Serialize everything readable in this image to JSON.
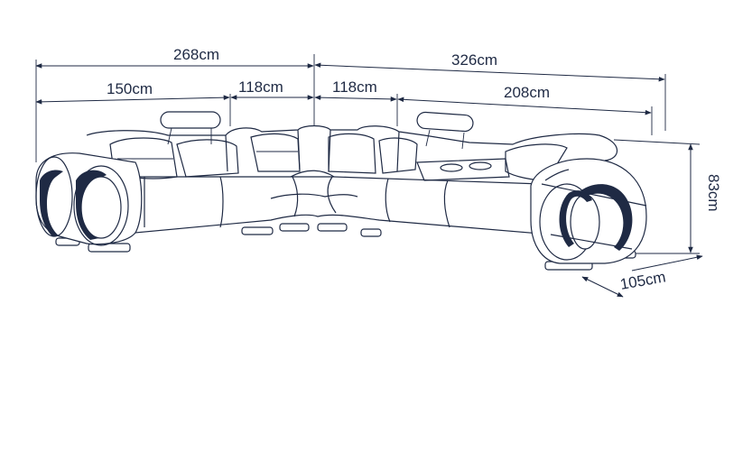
{
  "dimensions": {
    "overall_left": "268cm",
    "overall_right": "326cm",
    "left_seat": "150cm",
    "left_corner": "118cm",
    "right_corner": "118cm",
    "right_seat": "208cm",
    "height": "83cm",
    "depth": "105cm"
  },
  "colors": {
    "ink": "#1f2a44",
    "background": "#ffffff"
  }
}
